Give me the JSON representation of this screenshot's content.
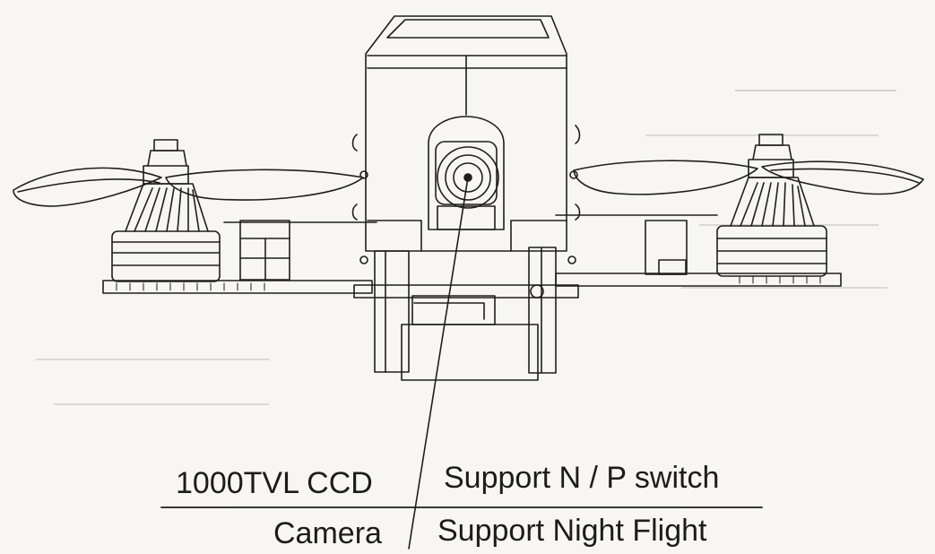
{
  "labels": {
    "sensor": "1000TVL CCD",
    "camera": "Camera",
    "switch": "Support N / P switch",
    "night": "Support Night Flight"
  },
  "colors": {
    "line": "#1e1e1e",
    "paper": "#f7f6f2"
  }
}
